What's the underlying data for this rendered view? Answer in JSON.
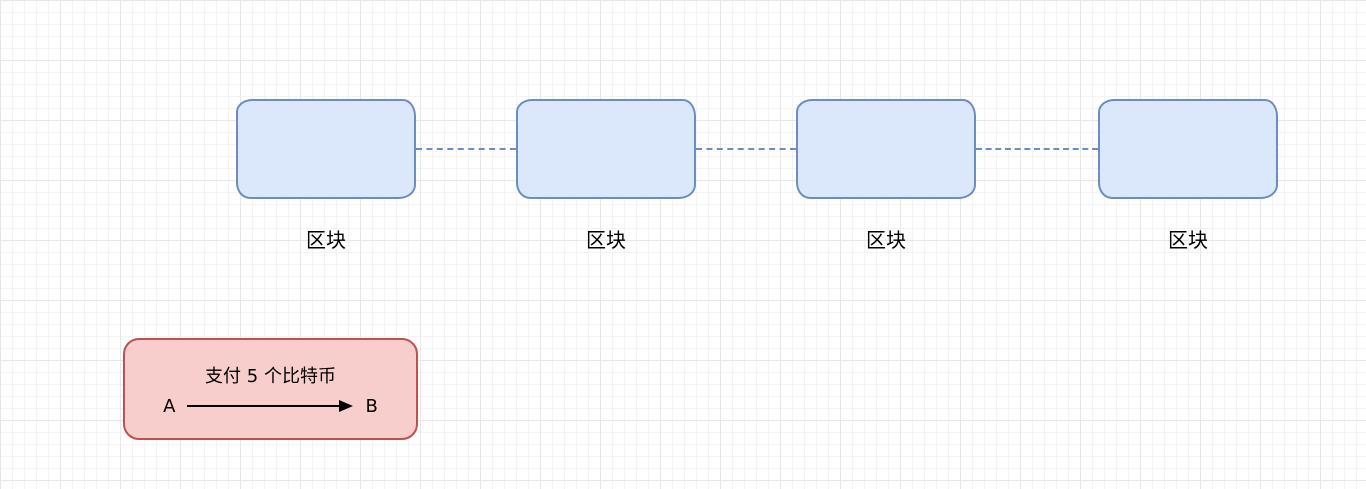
{
  "diagram": {
    "blocks": [
      {
        "label": "区块"
      },
      {
        "label": "区块"
      },
      {
        "label": "区块"
      },
      {
        "label": "区块"
      }
    ],
    "transaction": {
      "title": "支付 5 个比特币",
      "from_label": "A",
      "to_label": "B"
    },
    "colors": {
      "block_fill": "#dbe8fb",
      "block_border": "#6c8ebf",
      "connector": "#6c8ebf",
      "transaction_fill": "#f8cecc",
      "transaction_border": "#b85450",
      "arrow": "#000000"
    }
  }
}
